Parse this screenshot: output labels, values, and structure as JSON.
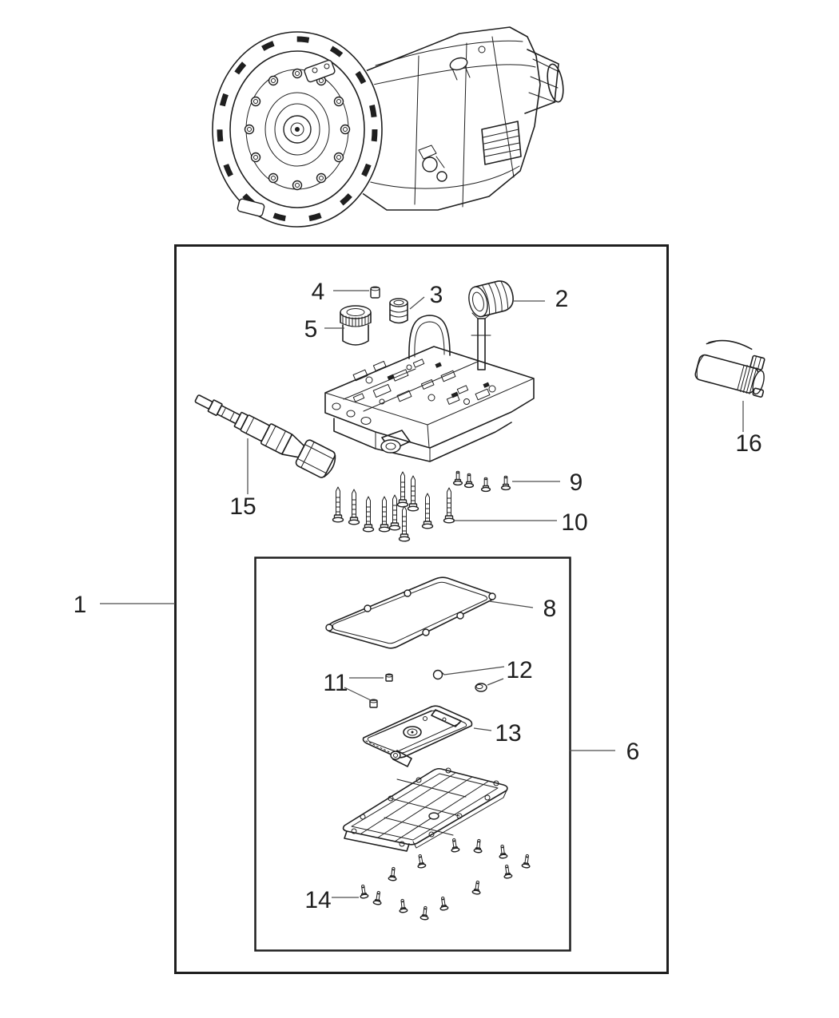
{
  "colors": {
    "ink": "#1f1f1f",
    "leader": "#4d4d4d",
    "background": "#ffffff"
  },
  "callouts": [
    {
      "label": "1"
    },
    {
      "label": "2"
    },
    {
      "label": "3"
    },
    {
      "label": "4"
    },
    {
      "label": "5"
    },
    {
      "label": "6"
    },
    {
      "label": "8"
    },
    {
      "label": "9"
    },
    {
      "label": "10"
    },
    {
      "label": "11"
    },
    {
      "label": "12"
    },
    {
      "label": "13"
    },
    {
      "label": "14"
    },
    {
      "label": "15"
    },
    {
      "label": "16"
    }
  ]
}
